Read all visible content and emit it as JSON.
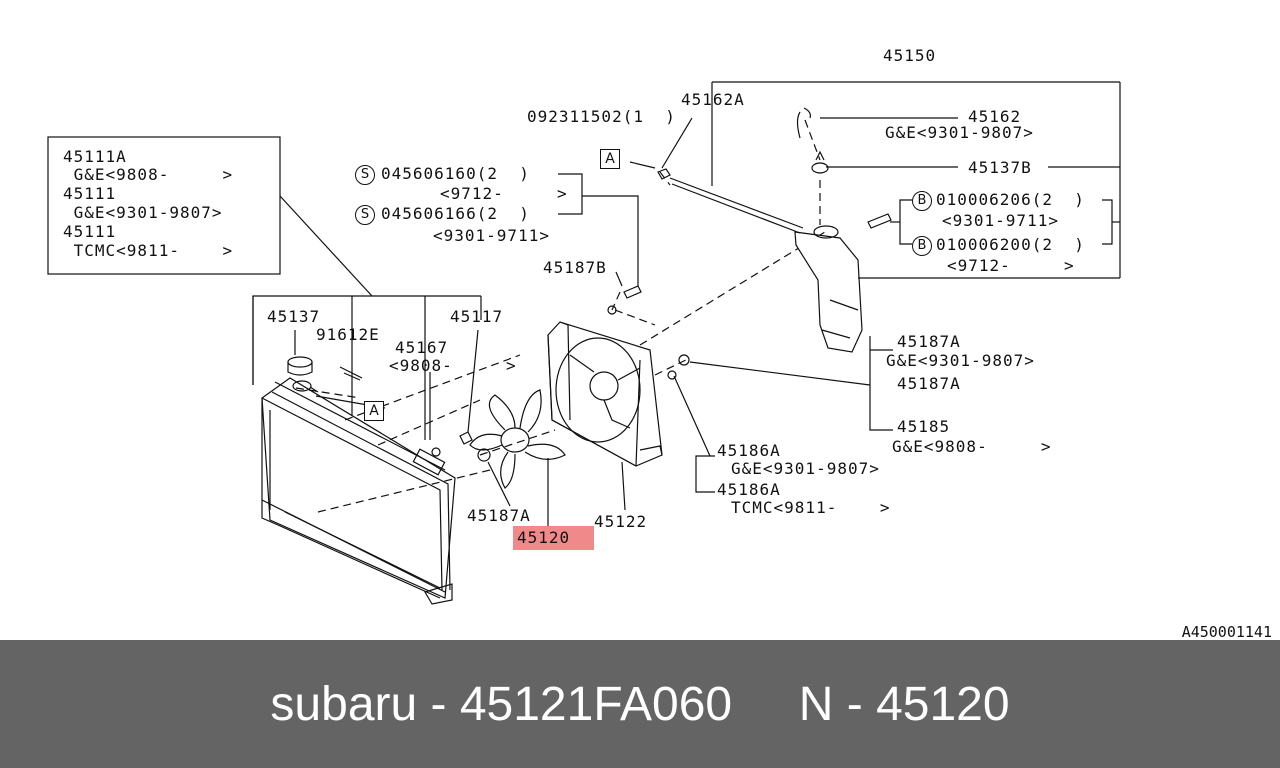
{
  "labels": {
    "p45150": "45150",
    "p45162A": "45162A",
    "p092311502": "092311502(1  )",
    "p45162": "45162",
    "p45162_range": "G&E<9301-9807>",
    "p45137B": "45137B",
    "p010006206": "010006206(2  )",
    "p010006206_range": "<9301-9711>",
    "p010006200": "010006200(2  )",
    "p010006200_range": "<9712-     >",
    "p045606160": "045606160(2  )",
    "p045606160_range": "<9712-     >",
    "p045606166": "045606166(2  )",
    "p045606166_range": "<9301-9711>",
    "p45187B": "45187B",
    "box_45111A": "45111A",
    "box_45111A_range": " G&E<9808-     >",
    "box_45111_1": "45111",
    "box_45111_1_range": " G&E<9301-9807>",
    "box_45111_2": "45111",
    "box_45111_2_range": " TCMC<9811-    >",
    "p45137": "45137",
    "p91612E": "91612E",
    "p45167": "45167",
    "p45167_range": "<9808-     >",
    "p45117": "45117",
    "p45187A_1": "45187A",
    "p45187A_1_range": "G&E<9301-9807>",
    "p45187A_2": "45187A",
    "p45185": "45185",
    "p45185_range": "G&E<9808-     >",
    "p45186A_1": "45186A",
    "p45186A_1_range": "G&E<9301-9807>",
    "p45186A_2": "45186A",
    "p45186A_2_range": "TCMC<9811-    >",
    "p45187A_3": "45187A",
    "p45122": "45122",
    "p45120": "45120"
  },
  "markers": {
    "S": "S",
    "B": "B",
    "A": "A"
  },
  "reference_code": "A450001141",
  "footer": {
    "text": "subaru - 45121FA060     N - 45120"
  },
  "colors": {
    "highlight": "#f08a8a",
    "footer_bg": "#646464",
    "footer_text": "#ffffff"
  }
}
